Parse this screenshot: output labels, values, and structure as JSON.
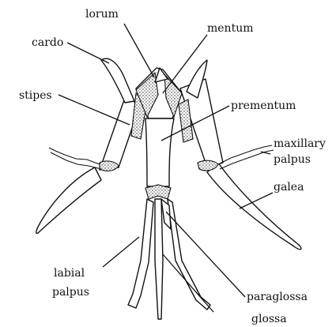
{
  "labels": {
    "lorum": "lorum",
    "mentum": "mentum",
    "cardo": "cardo",
    "stipes": "stipes",
    "prementum": "prementum",
    "maxillary_1": "maxillary",
    "maxillary_2": "palpus",
    "galea": "galea",
    "labial_1": "labial",
    "labial_2": "palpus",
    "paraglossa": "paraglossa",
    "glossa": "glossa"
  }
}
